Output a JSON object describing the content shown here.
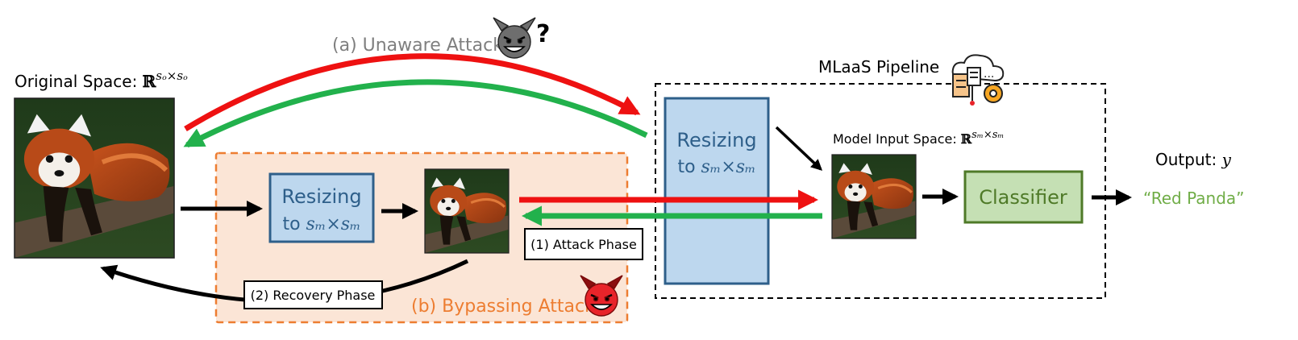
{
  "title": "",
  "labels": {
    "original_space": "Original Space: ",
    "original_space_math": "ℝ",
    "original_space_exp": "sₒ×sₒ",
    "unaware_attack": "(a) Unaware Attack",
    "mlaas_pipeline": "MLaaS Pipeline",
    "model_input_space": "Model Input Space: ",
    "model_input_math": "ℝ",
    "model_input_exp": "sₘ×sₘ",
    "output": "Output: ",
    "output_var": "y",
    "output_value": "“Red Panda”",
    "resizing_left": "Resizing",
    "resizing_left_to": "to ",
    "resizing_left_math": "sₘ×sₘ",
    "resizing_right": "Resizing",
    "resizing_right_to": "to ",
    "resizing_right_math": "sₘ×sₘ",
    "classifier": "Classifier",
    "attack_phase": "(1) Attack Phase",
    "recovery_phase": "(2) Recovery Phase",
    "bypassing_attack": "(b) Bypassing Attack",
    "question_mark": "?"
  },
  "colors": {
    "red_arrow": "#ee1111",
    "green_arrow": "#22b14c",
    "resize_fill": "#bdd7ee",
    "resize_stroke": "#2e5f8a",
    "resize_text": "#2e5f8a",
    "classifier_fill": "#c5e0b4",
    "classifier_stroke": "#4f7a28",
    "classifier_text": "#4f7a28",
    "bypass_fill": "#fbe5d6",
    "bypass_stroke": "#ed7d31",
    "bypass_text": "#ed7d31",
    "unaware_text": "#7f7f7f",
    "output_value": "#70ad47"
  },
  "icons": [
    "gray-devil-icon",
    "red-devil-icon",
    "cloud-server-gear-icon",
    "red-panda-photo"
  ]
}
